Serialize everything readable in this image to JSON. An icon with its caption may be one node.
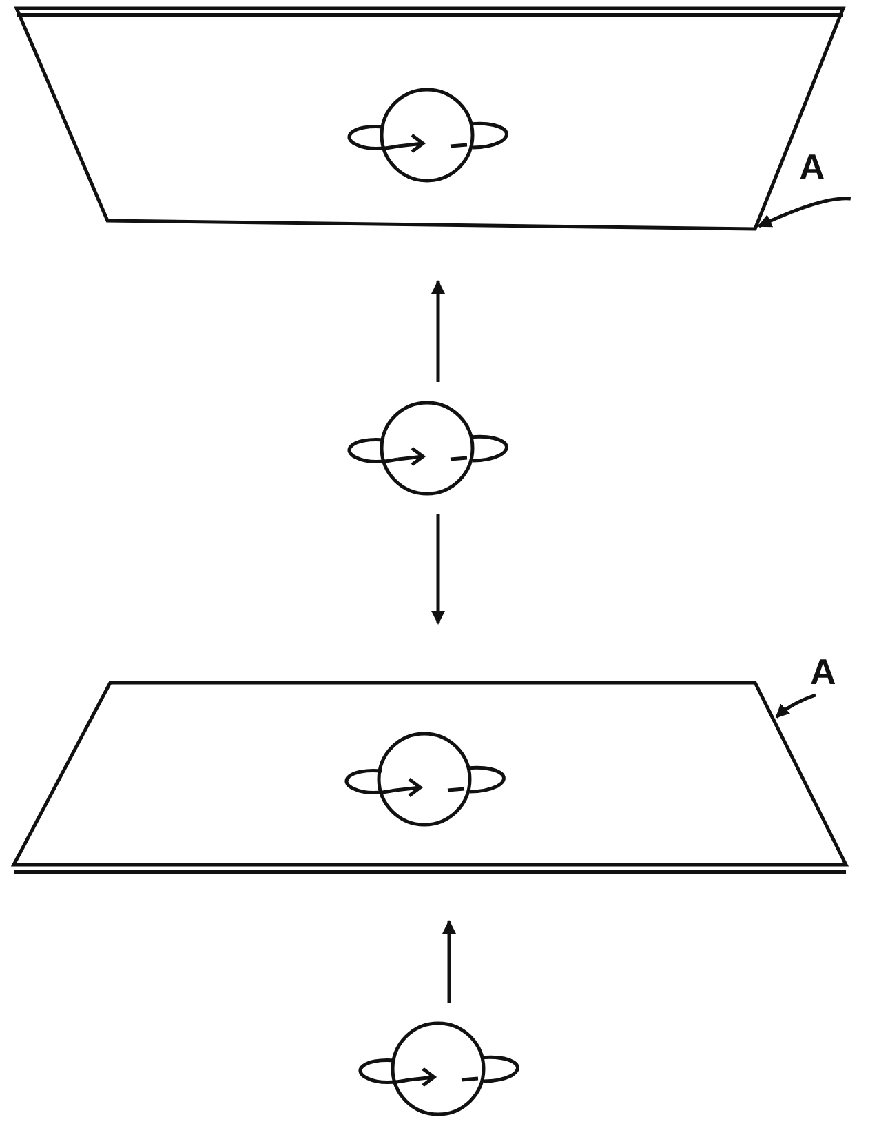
{
  "diagram": {
    "nodes": [
      {
        "text": [],
        "shape": "parallelogram"
      },
      {
        "text": [],
        "shape": "circle",
        "in": 0
      },
      {
        "text": [
          "A"
        ]
      },
      {
        "text": [],
        "shape": "circle"
      },
      {
        "text": [],
        "shape": "parallelogram"
      },
      {
        "text": [],
        "shape": "circle",
        "in": 4
      },
      {
        "text": [
          "A"
        ]
      },
      {
        "text": [],
        "shape": "circle"
      }
    ],
    "edges": [
      {
        "from": 2,
        "to": 0,
        "arrow": "to"
      },
      {
        "from": 3,
        "to": 0,
        "arrow": "to"
      },
      {
        "from": 3,
        "to": 4,
        "arrow": "to"
      },
      {
        "from": 6,
        "to": 4,
        "arrow": "to"
      },
      {
        "from": 7,
        "to": 4,
        "arrow": "to"
      }
    ]
  }
}
